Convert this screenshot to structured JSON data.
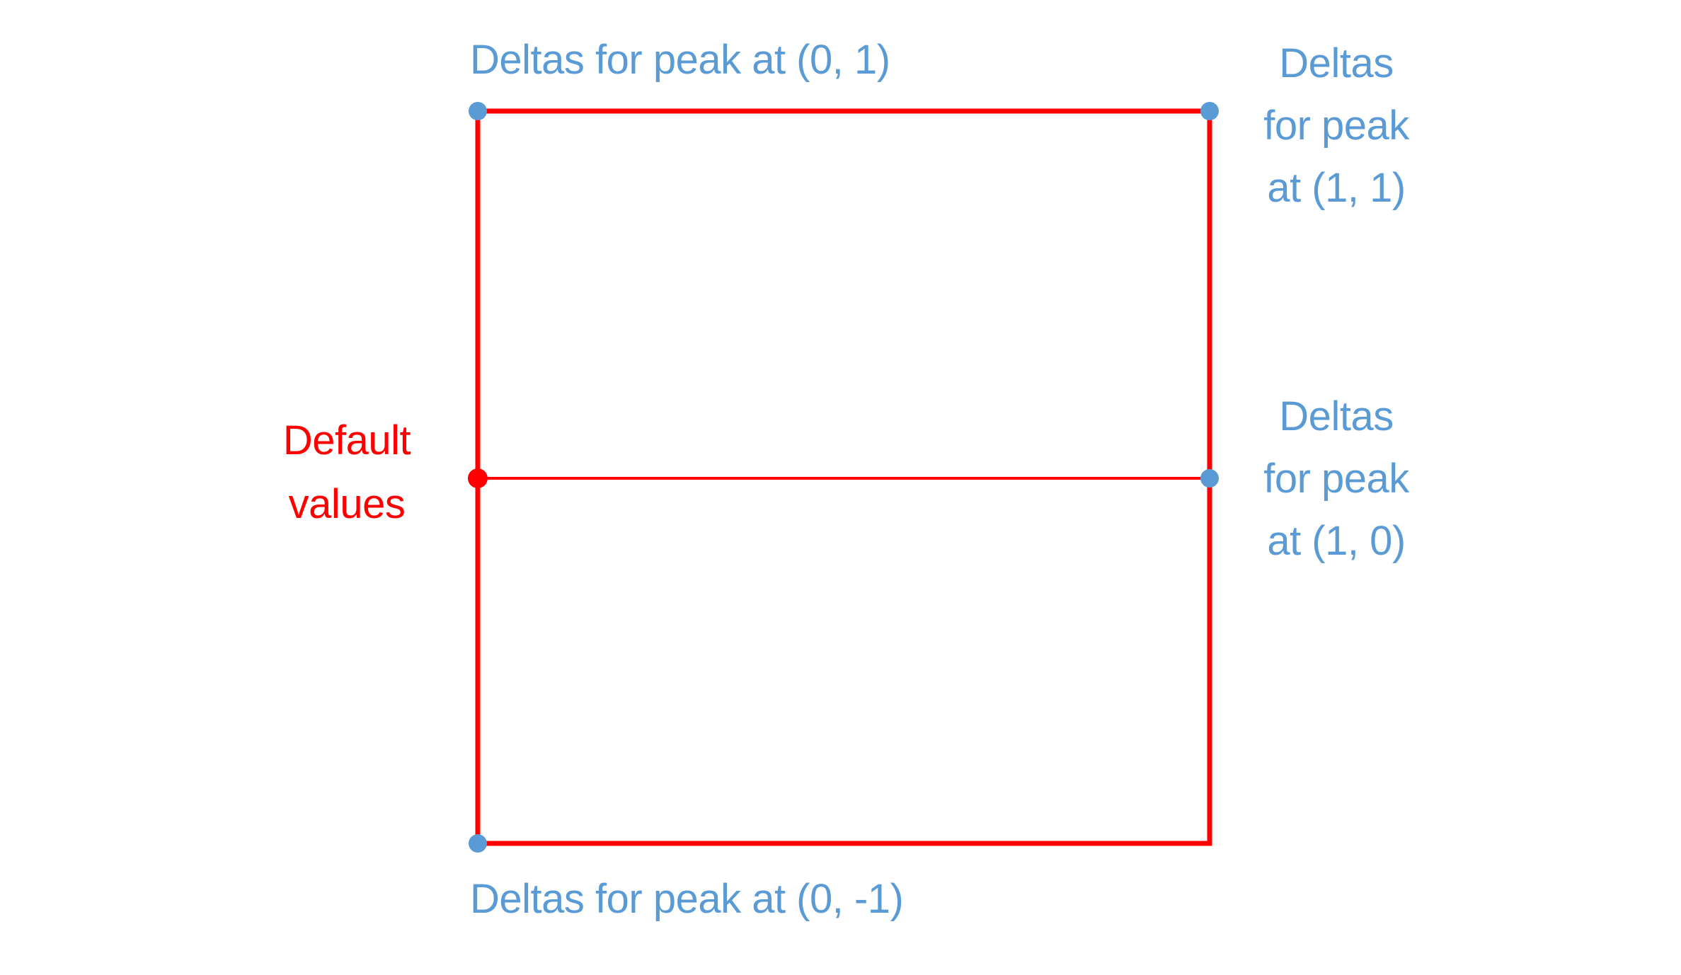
{
  "colors": {
    "line_red": "#ff0000",
    "accent_blue": "#5b9bd5",
    "background": "#ffffff"
  },
  "labels": {
    "top": "Deltas for peak at (0, 1)",
    "top_right": "Deltas\nfor peak\nat (1, 1)",
    "mid_right": "Deltas\nfor peak\nat (1, 0)",
    "default_values": "Default\nvalues",
    "bottom": "Deltas for peak at (0, -1)"
  },
  "markers": [
    {
      "name": "peak (0, 1)",
      "position": "top-left corner",
      "color": "blue"
    },
    {
      "name": "peak (1, 1)",
      "position": "top-right corner",
      "color": "blue"
    },
    {
      "name": "peak (1, 0)",
      "position": "middle-right edge",
      "color": "blue"
    },
    {
      "name": "peak (0, -1)",
      "position": "bottom-left corner",
      "color": "blue"
    },
    {
      "name": "default values",
      "position": "middle-left edge",
      "color": "red"
    }
  ],
  "shapes": {
    "square": "red outlined square delta range",
    "midline": "thin red horizontal line through middle"
  }
}
